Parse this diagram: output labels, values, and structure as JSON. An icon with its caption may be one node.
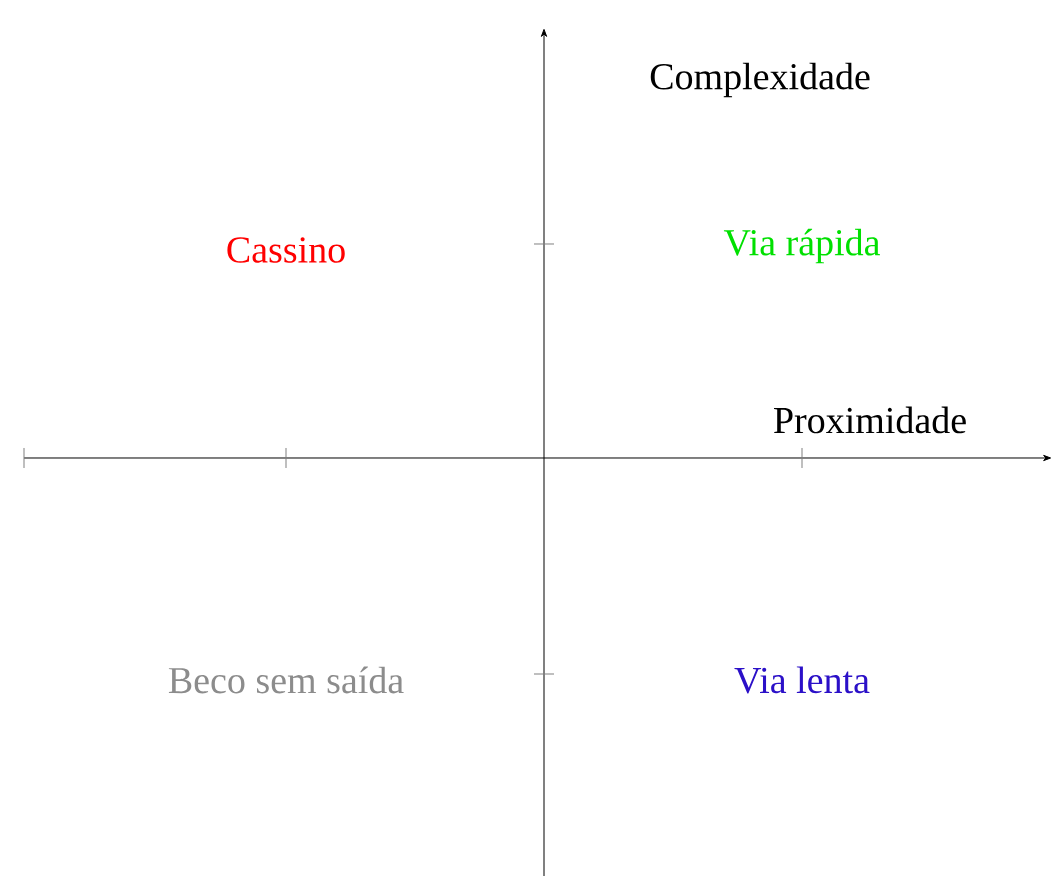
{
  "diagram": {
    "labels": [
      "Complexidade",
      "Cassino",
      "Via rápida",
      "Proximidade",
      "Beco sem saída",
      "Via lenta"
    ]
  }
}
